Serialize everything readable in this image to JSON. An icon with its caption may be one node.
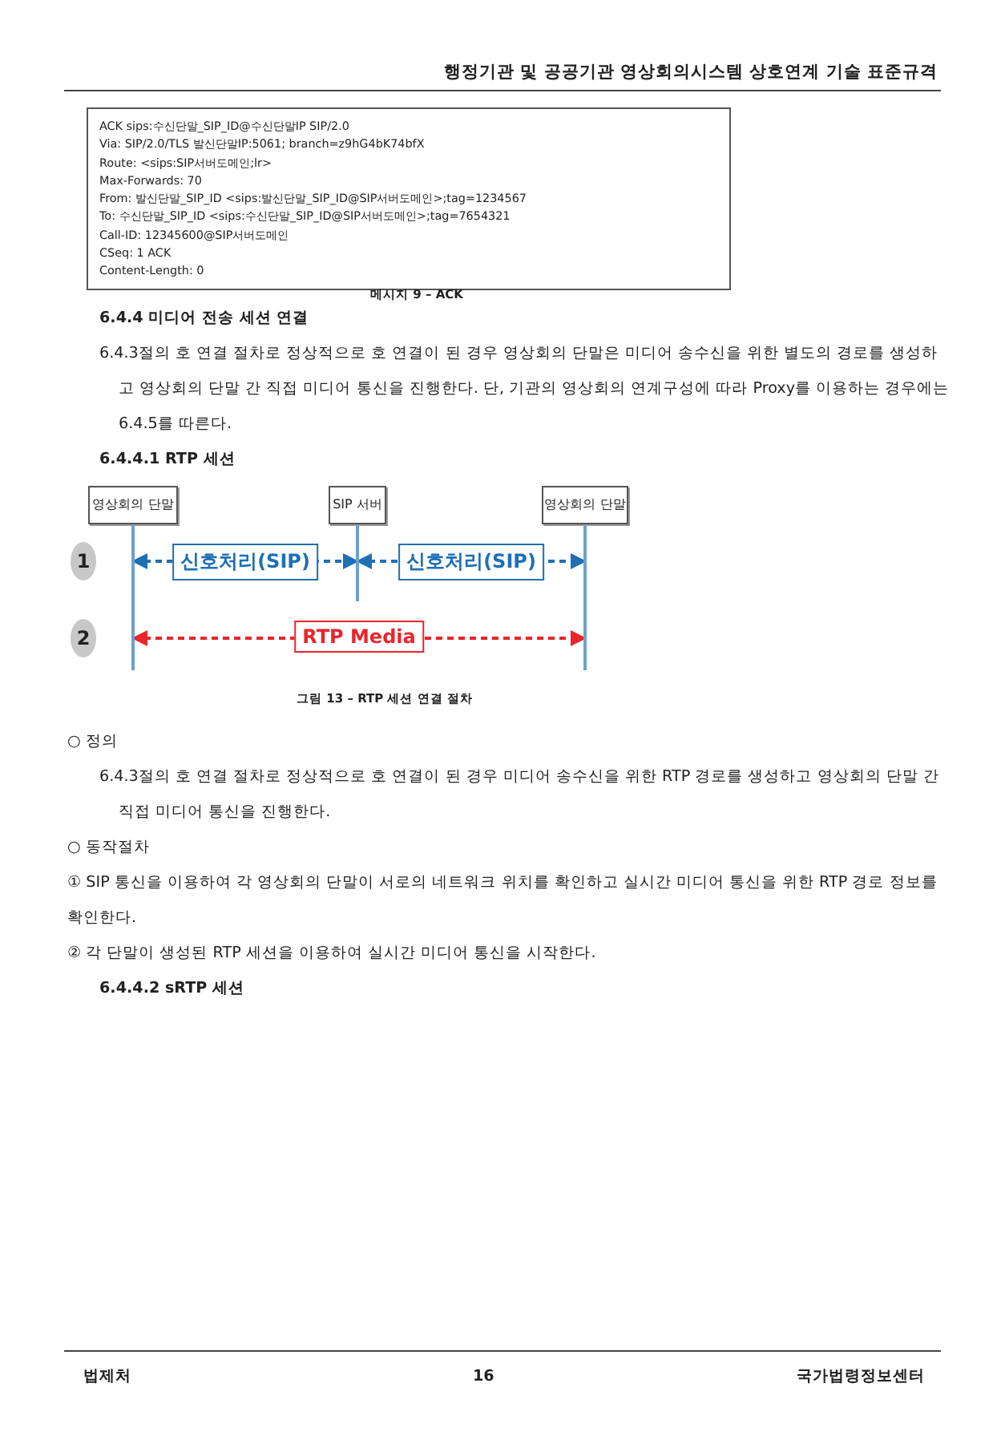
{
  "diagram": {
    "title": "행정기관 및 공공기관 영상회의시스템 상호연계 기술 표준규격",
    "nodes": [
      {
        "text": [
          "ACK sips:수신단말_SIP_ID@수신단말IP SIP/2.0",
          "Via: SIP/2.0/TLS 발신단말IP:5061; branch=z9hG4bK74bfX",
          "Route: <sips:SIP서버도메인;lr>",
          "Max-Forwards: 70",
          "From: 발신단말_SIP_ID <sips:발신단말_SIP_ID@SIP서버도메인>;tag=1234567",
          "To: 수신단말_SIP_ID <sips:수신단말_SIP_ID@SIP서버도메인>;tag=7654321",
          "Call-ID: 12345600@SIP서버도메인",
          "CSeq: 1 ACK",
          "Content-Length: 0"
        ],
        "beside": [
          "메시지 9 – ACK"
        ]
      },
      {
        "text": [
          "영상회의 단말"
        ]
      },
      {
        "text": [
          "SIP 서버"
        ]
      },
      {
        "text": [
          "영상회의 단말"
        ]
      },
      {
        "text": [
          "1"
        ]
      },
      {
        "text": [
          "2"
        ]
      }
    ],
    "edges": [
      {
        "from": 1,
        "to": 2,
        "arrow": "both",
        "style": "dashed",
        "label": "신호처리(SIP)"
      },
      {
        "from": 2,
        "to": 3,
        "arrow": "both",
        "style": "dashed",
        "label": "신호처리(SIP)"
      },
      {
        "from": 1,
        "to": 3,
        "arrow": "both",
        "style": "dashed",
        "label": "RTP Media",
        "color": "#e8262b"
      }
    ],
    "labels": [
      "6.4.4 미디어 전송 세션 연결",
      "6.4.3절의 호 연결 절차로 정상적으로 호 연결이 된 경우 영상회의 단말은 미디어 송수신을 위한 별도의 경로를 생성하고 영상회의 단말 간 직접 미디어 통신을 진행한다. 단, 기관의 영상회의 연계구성에 따라 Proxy를 이용하는 경우에는 6.4.5를 따른다.",
      "6.4.4.1 RTP 세션",
      "그림 13 – RTP 세션 연결 절차",
      "○ 정의",
      "6.4.3절의 호 연결 절차로 정상적으로 호 연결이 된 경우 미디어 송수신을 위한 RTP 경로를 생성하고 영상회의 단말 간 직접 미디어 통신을 진행한다.",
      "○ 동작절차",
      "① SIP 통신을 이용하여 각 영상회의 단말이 서로의 네트워크 위치를 확인하고 실시간 미디어 통신을 위한 RTP 경로 정보를 확인한다.",
      "② 각 단말이 생성된 RTP 세션을 이용하여 실시간 미디어 통신을 시작한다.",
      "6.4.4.2 sRTP 세션",
      "법제처",
      "16",
      "국가법령정보센터"
    ]
  }
}
